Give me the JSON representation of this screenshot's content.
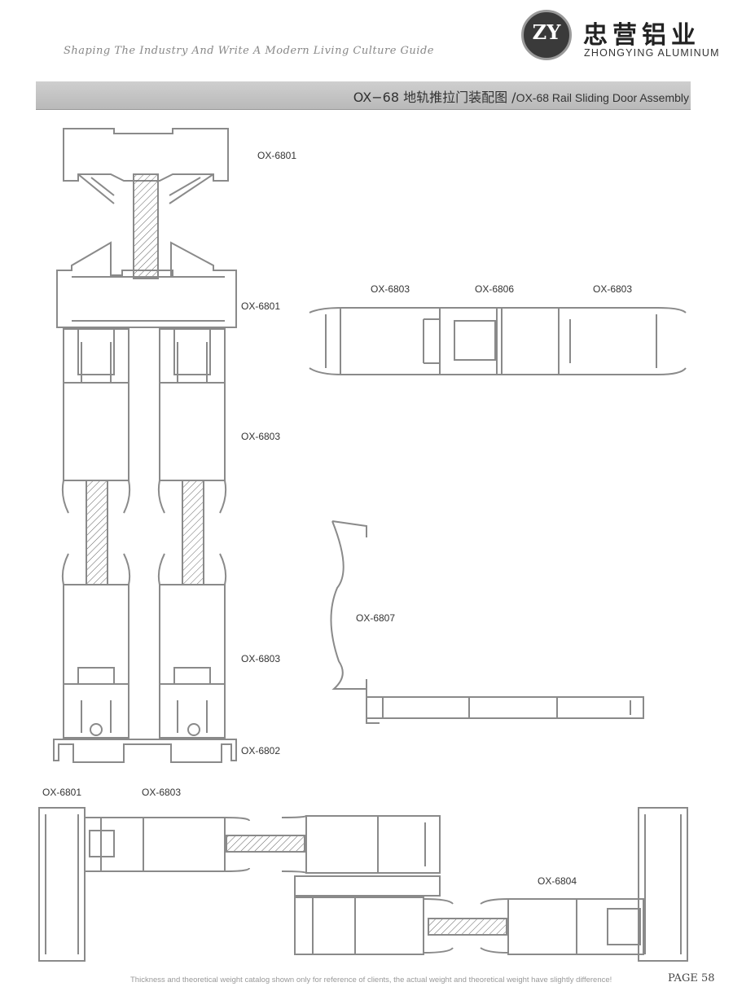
{
  "header": {
    "tagline": "Shaping The Industry And Write A Modern Living Culture Guide",
    "logo_letters": "ZY",
    "brand_cn": "忠营铝业",
    "brand_en": "ZHONGYING ALUMINUM"
  },
  "title": {
    "cn": "OX−68 地轨推拉门装配图 /",
    "en": "OX-68 Rail Sliding Door Assembly"
  },
  "labels": {
    "v_top": "OX-6801",
    "v_top2": "OX-6801",
    "v_mid": "OX-6803",
    "v_mid2": "OX-6803",
    "v_bottom": "OX-6802",
    "h_left": "OX-6803",
    "h_center": "OX-6806",
    "h_right": "OX-6803",
    "clip": "OX-6807",
    "b_left1": "OX-6801",
    "b_left2": "OX-6803",
    "b_right": "OX-6804"
  },
  "footer": {
    "note": "Thickness and theoretical weight catalog shown only for reference of clients, the actual weight and theoretical weight have slightly difference!",
    "page": "PAGE  58"
  },
  "colors": {
    "profile_stroke": "#8a8a8a",
    "title_bar": "#c4c4c4",
    "logo": "#3a3a3a"
  }
}
